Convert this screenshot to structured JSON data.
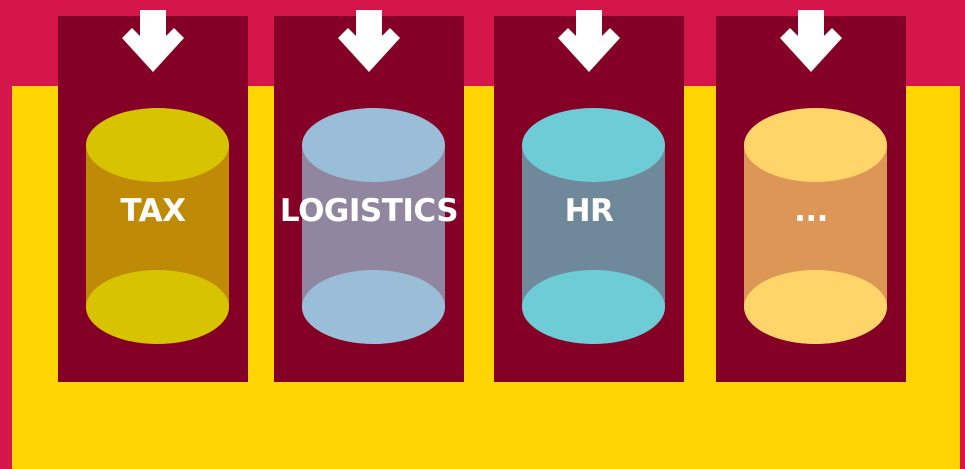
{
  "colors": {
    "background": "#D4164A",
    "panel": "#FFD500",
    "column": "#850027",
    "arrow": "#FFFFFF",
    "label": "#FFFFFF"
  },
  "databases": [
    {
      "label": "TAX",
      "icon": "down-arrow-icon",
      "top_color": "#D8C300",
      "body_color": "#BF8A06"
    },
    {
      "label": "LOGISTICS",
      "icon": "down-arrow-icon",
      "top_color": "#9ABED8",
      "body_color": "#9186A0"
    },
    {
      "label": "HR",
      "icon": "down-arrow-icon",
      "top_color": "#6ECCD6",
      "body_color": "#70899A"
    },
    {
      "label": "...",
      "icon": "down-arrow-icon",
      "top_color": "#FFD56A",
      "body_color": "#DC9655"
    }
  ]
}
